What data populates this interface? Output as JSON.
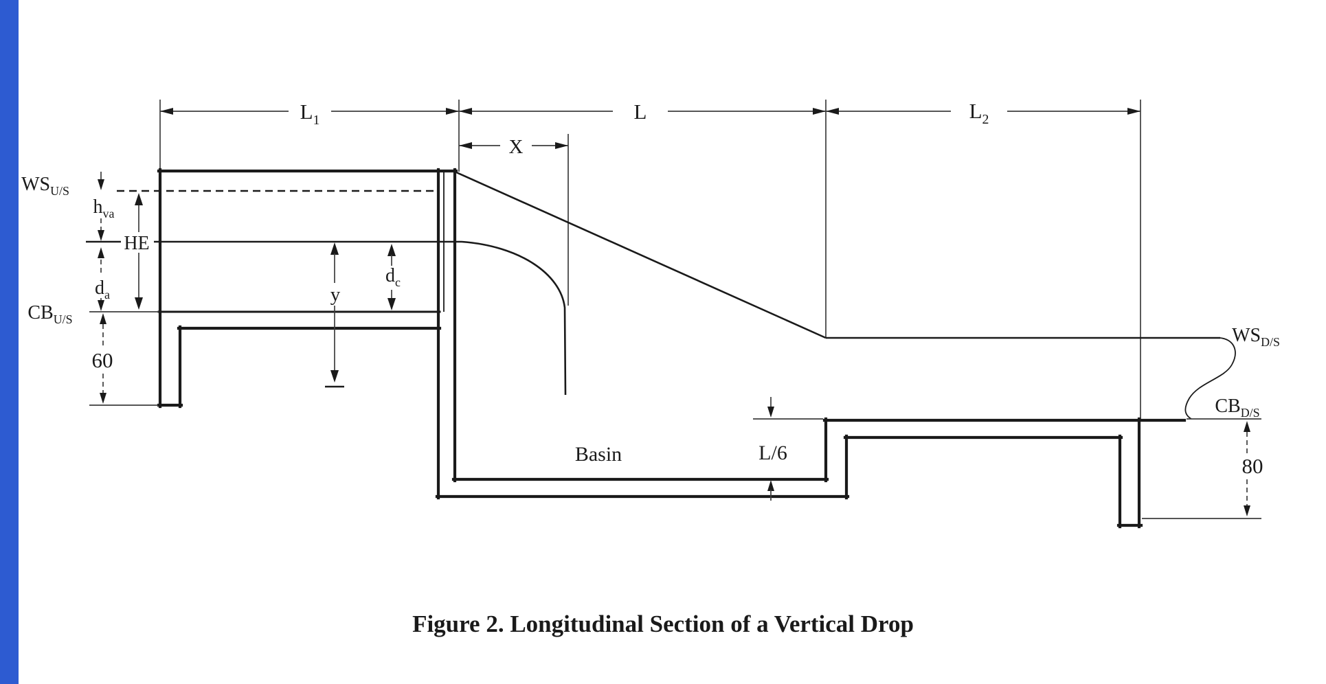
{
  "figure": {
    "caption": "Figure 2. Longitudinal Section of a Vertical Drop",
    "colors": {
      "background": "#ffffff",
      "ink": "#1a1a1a",
      "dim_line": "#3d3d3d",
      "accent_bar": "#2d5bd1"
    },
    "dimensions": {
      "l1": {
        "main": "L",
        "sub": "1"
      },
      "l": {
        "main": "L"
      },
      "l2": {
        "main": "L",
        "sub": "2"
      },
      "x": "X",
      "hva": {
        "main": "h",
        "sub": "va"
      },
      "he": "HE",
      "da": {
        "main": "d",
        "sub": "a"
      },
      "dc": {
        "main": "d",
        "sub": "c"
      },
      "y": "y",
      "upstream_cutoff_depth": "60",
      "downstream_cutoff_depth": "80",
      "basin_depth": "L/6"
    },
    "levels": {
      "ws_us": {
        "main": "WS",
        "sub": "U/S"
      },
      "cb_us": {
        "main": "CB",
        "sub": "U/S"
      },
      "ws_ds": {
        "main": "WS",
        "sub": "D/S"
      },
      "cb_ds": {
        "main": "CB",
        "sub": "D/S"
      }
    },
    "annotations": {
      "basin": "Basin"
    }
  }
}
